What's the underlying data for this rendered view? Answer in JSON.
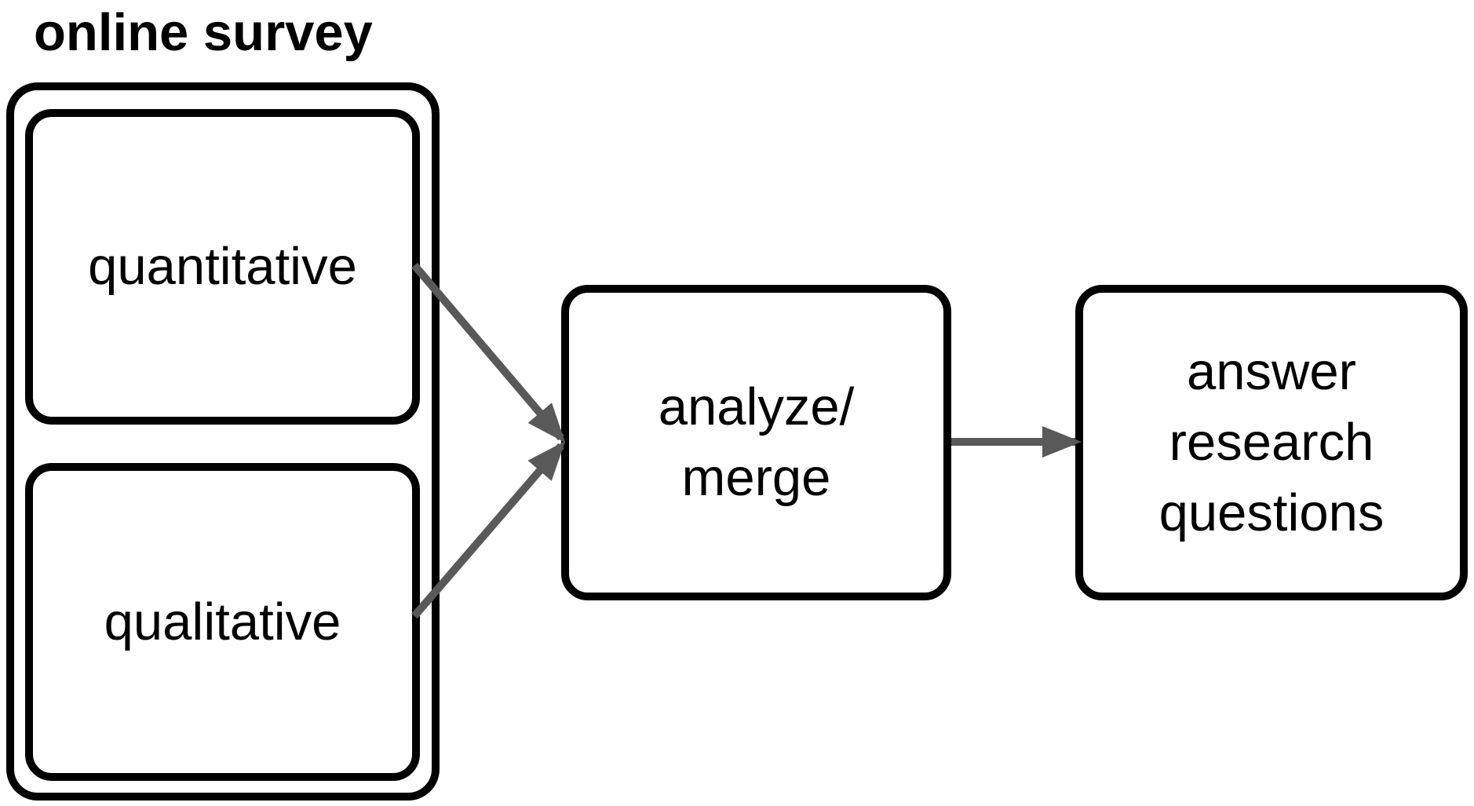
{
  "title": "online survey",
  "group": {
    "items": [
      {
        "label": "quantitative"
      },
      {
        "label": "qualitative"
      }
    ]
  },
  "process": {
    "label": "analyze/\nmerge"
  },
  "output": {
    "label": "answer\nresearch\nquestions"
  },
  "colors": {
    "box_border": "#000000",
    "arrow": "#595959",
    "background": "#ffffff"
  }
}
